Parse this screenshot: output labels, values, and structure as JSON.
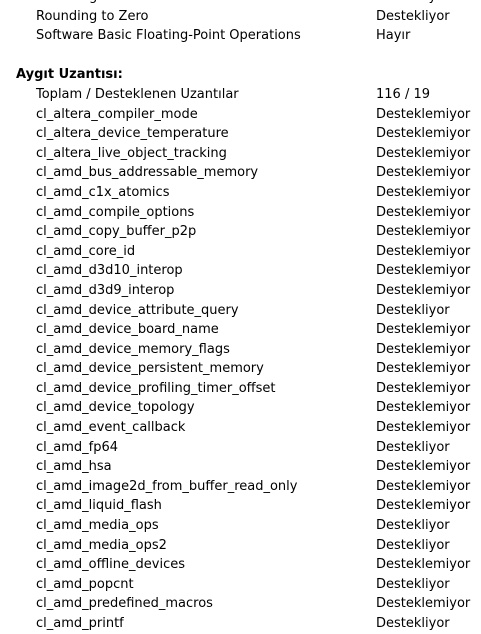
{
  "top_rows": [
    {
      "key": "Rounding to Nearest",
      "value": "Destekliyor"
    },
    {
      "key": "Rounding to Zero",
      "value": "Destekliyor"
    },
    {
      "key": "Software Basic Floating-Point Operations",
      "value": "Hayır"
    }
  ],
  "section": {
    "title": "Aygıt Uzantısı:",
    "summary": {
      "key": "Toplam / Desteklenen Uzantılar",
      "value": "116 / 19"
    },
    "rows": [
      {
        "key": "cl_altera_compiler_mode",
        "value": "Desteklemiyor"
      },
      {
        "key": "cl_altera_device_temperature",
        "value": "Desteklemiyor"
      },
      {
        "key": "cl_altera_live_object_tracking",
        "value": "Desteklemiyor"
      },
      {
        "key": "cl_amd_bus_addressable_memory",
        "value": "Desteklemiyor"
      },
      {
        "key": "cl_amd_c1x_atomics",
        "value": "Desteklemiyor"
      },
      {
        "key": "cl_amd_compile_options",
        "value": "Desteklemiyor"
      },
      {
        "key": "cl_amd_copy_buffer_p2p",
        "value": "Desteklemiyor"
      },
      {
        "key": "cl_amd_core_id",
        "value": "Desteklemiyor"
      },
      {
        "key": "cl_amd_d3d10_interop",
        "value": "Desteklemiyor"
      },
      {
        "key": "cl_amd_d3d9_interop",
        "value": "Desteklemiyor"
      },
      {
        "key": "cl_amd_device_attribute_query",
        "value": "Destekliyor"
      },
      {
        "key": "cl_amd_device_board_name",
        "value": "Desteklemiyor"
      },
      {
        "key": "cl_amd_device_memory_flags",
        "value": "Desteklemiyor"
      },
      {
        "key": "cl_amd_device_persistent_memory",
        "value": "Desteklemiyor"
      },
      {
        "key": "cl_amd_device_profiling_timer_offset",
        "value": "Desteklemiyor"
      },
      {
        "key": "cl_amd_device_topology",
        "value": "Desteklemiyor"
      },
      {
        "key": "cl_amd_event_callback",
        "value": "Desteklemiyor"
      },
      {
        "key": "cl_amd_fp64",
        "value": "Destekliyor"
      },
      {
        "key": "cl_amd_hsa",
        "value": "Desteklemiyor"
      },
      {
        "key": "cl_amd_image2d_from_buffer_read_only",
        "value": "Desteklemiyor"
      },
      {
        "key": "cl_amd_liquid_flash",
        "value": "Desteklemiyor"
      },
      {
        "key": "cl_amd_media_ops",
        "value": "Destekliyor"
      },
      {
        "key": "cl_amd_media_ops2",
        "value": "Destekliyor"
      },
      {
        "key": "cl_amd_offline_devices",
        "value": "Desteklemiyor"
      },
      {
        "key": "cl_amd_popcnt",
        "value": "Destekliyor"
      },
      {
        "key": "cl_amd_predefined_macros",
        "value": "Desteklemiyor"
      },
      {
        "key": "cl_amd_printf",
        "value": "Destekliyor"
      }
    ]
  }
}
